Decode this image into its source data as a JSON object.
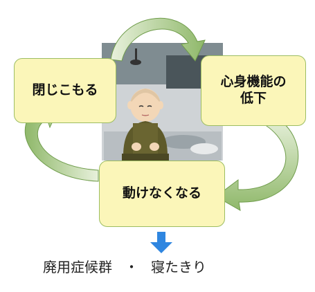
{
  "diagram": {
    "nodes": {
      "withdraw": "閉じこもる",
      "decline": "心身機能の\n低下",
      "immobile": "動けなくなる"
    },
    "outcome": {
      "left": "廃用症候群",
      "separator": "・",
      "right": "寝たきり"
    }
  },
  "colors": {
    "box_fill": "#fbf6b9",
    "box_border": "#9cbd61",
    "arrow_green": "#a8c98a",
    "down_arrow": "#2f86e0"
  }
}
